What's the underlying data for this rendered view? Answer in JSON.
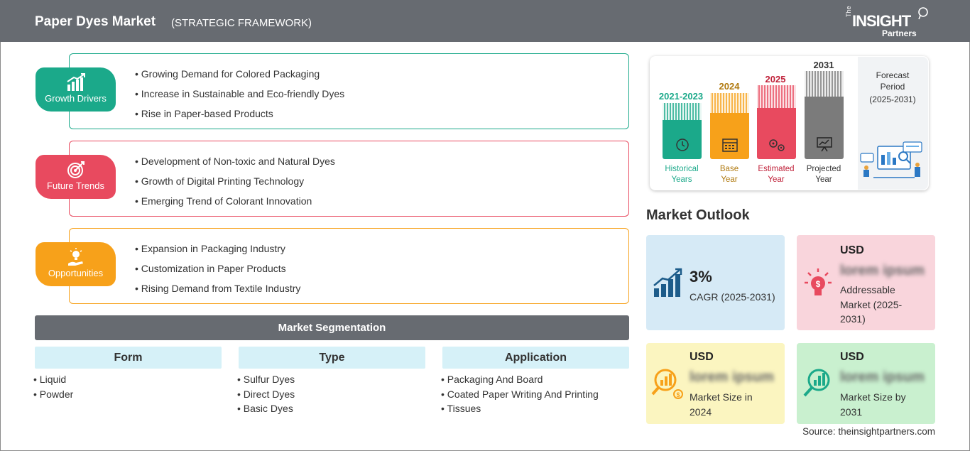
{
  "header": {
    "title": "Paper Dyes Market",
    "subtitle": "(STRATEGIC FRAMEWORK)",
    "logo": {
      "the": "The",
      "insight": "INSIGHT",
      "partners": "Partners"
    }
  },
  "categories": [
    {
      "label": "Growth Drivers",
      "color": "#1ba98a",
      "icon": "bar-growth-icon",
      "items": [
        "Growing Demand for Colored Packaging",
        "Increase in Sustainable and Eco-friendly Dyes",
        "Rise in Paper-based Products"
      ]
    },
    {
      "label": "Future Trends",
      "color": "#e84a5f",
      "icon": "target-icon",
      "items": [
        "Development of Non-toxic and Natural Dyes",
        "Growth of Digital Printing Technology",
        "Emerging Trend of Colorant Innovation"
      ]
    },
    {
      "label": "Opportunities",
      "color": "#f7a11a",
      "icon": "lightbulb-hand-icon",
      "items": [
        "Expansion in Packaging Industry",
        "Customization in Paper Products",
        "Rising Demand from Textile Industry"
      ]
    }
  ],
  "segmentation": {
    "title": "Market Segmentation",
    "columns": [
      {
        "heading": "Form",
        "items": [
          "Liquid",
          "Powder"
        ]
      },
      {
        "heading": "Type",
        "items": [
          "Sulfur Dyes",
          "Direct Dyes",
          "Basic Dyes"
        ]
      },
      {
        "heading": "Application",
        "items": [
          "Packaging And Board",
          "Coated Paper Writing And Printing",
          "Tissues"
        ]
      }
    ]
  },
  "timeline": {
    "bars": [
      {
        "year": "2021-2023",
        "caption1": "Historical",
        "caption2": "Years",
        "color": "#1ba98a",
        "icon": "history-icon"
      },
      {
        "year": "2024",
        "caption1": "Base",
        "caption2": "Year",
        "color": "#f7a11a",
        "icon": "calendar-icon"
      },
      {
        "year": "2025",
        "caption1": "Estimated",
        "caption2": "Year",
        "color": "#e84a5f",
        "icon": "gears-icon"
      },
      {
        "year": "2031",
        "caption1": "Projected",
        "caption2": "Year",
        "color": "#7b7b7b",
        "icon": "presentation-icon"
      }
    ],
    "forecast": {
      "line1": "Forecast",
      "line2": "Period",
      "line3": "(2025-2031)"
    }
  },
  "outlook": {
    "title": "Market Outlook",
    "cagr": {
      "value": "3%",
      "label": "CAGR (2025-2031)",
      "color": "#d6eaf6"
    },
    "addressable": {
      "usd": "USD",
      "blurred": "lorem ipsum",
      "label": "Addressable Market (2025-2031)",
      "color": "#f9d5dc"
    },
    "size_2024": {
      "usd": "USD",
      "blurred": "lorem ipsum",
      "label": "Market Size in 2024",
      "color": "#fbf5c0"
    },
    "size_2031": {
      "usd": "USD",
      "blurred": "lorem ipsum",
      "label": "Market Size by 2031",
      "color": "#c9f0cf"
    }
  },
  "source": "Source: theinsightpartners.com"
}
